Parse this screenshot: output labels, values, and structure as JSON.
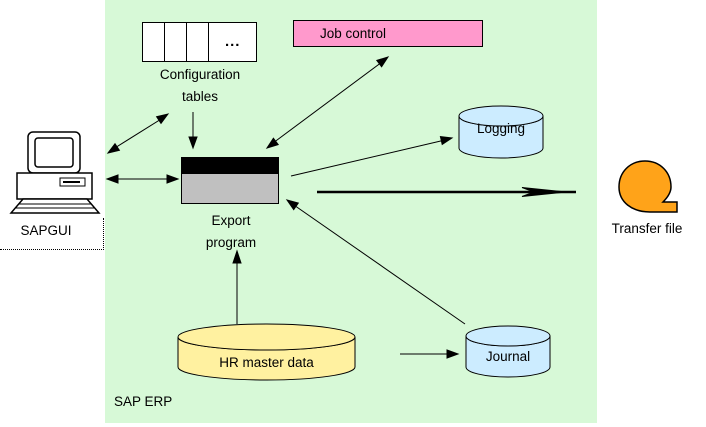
{
  "colors": {
    "region_green": "#D7F9D7",
    "job_control_pink": "#FF99CC",
    "cylinder_blue": "#CCECFF",
    "hr_yellow": "#FFF1A0",
    "transfer_orange": "#FFA319",
    "export_gray": "#C0C0C0",
    "export_title_black": "#000000",
    "line_black": "#000000"
  },
  "nodes": {
    "sapgui": {
      "label": "SAPGUI"
    },
    "configuration_tables": {
      "label_line1": "Configuration",
      "label_line2": "tables",
      "ellipsis": "..."
    },
    "job_control": {
      "label": "Job control"
    },
    "export_program": {
      "label_line1": "Export",
      "label_line2": "program"
    },
    "logging": {
      "label": "Logging"
    },
    "journal": {
      "label": "Journal"
    },
    "hr_master_data": {
      "label": "HR master data"
    },
    "transfer_file": {
      "label": "Transfer file"
    },
    "sap_erp_region": {
      "label": "SAP ERP"
    }
  },
  "edges": [
    {
      "from": "SAPGUI",
      "to": "Configuration tables",
      "direction": "both"
    },
    {
      "from": "SAPGUI",
      "to": "Export program",
      "direction": "both"
    },
    {
      "from": "Configuration tables",
      "to": "Export program",
      "direction": "one-way"
    },
    {
      "from": "Export program",
      "to": "Job control",
      "direction": "both"
    },
    {
      "from": "Export program",
      "to": "Logging",
      "direction": "one-way"
    },
    {
      "from": "Export program",
      "to": "Transfer file",
      "direction": "one-way",
      "style": "thick"
    },
    {
      "from": "HR master data",
      "to": "Export program",
      "direction": "one-way"
    },
    {
      "from": "Journal",
      "to": "Export program",
      "direction": "one-way"
    },
    {
      "from": "HR master data",
      "to": "Journal",
      "direction": "one-way"
    }
  ]
}
